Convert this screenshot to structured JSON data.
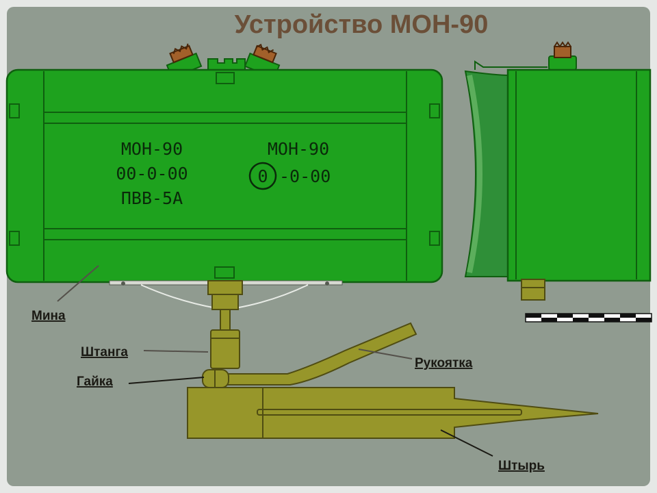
{
  "title": "Устройство МОН-90",
  "marking_left": [
    "МОН-90",
    "00-0-00",
    "ПВВ-5А"
  ],
  "marking_right": {
    "line1": "МОН-90",
    "circle_digit": "0",
    "line2_suffix": "-0-00"
  },
  "callouts": {
    "mina": "Мина",
    "shtanga": "Штанга",
    "gaika": "Гайка",
    "rukoyatka": "Рукоятка",
    "shtyr": "Штырь"
  },
  "colors": {
    "background": "#909b90",
    "frame": "#e6e8e6",
    "mine_body": "#1ea21e",
    "mine_dark": "#0f5f0f",
    "olive": "#97962a",
    "olive_dark": "#4f4c12",
    "title": "#6b4f38",
    "callout": "#1b1a14",
    "fuze_copper": "#a2602a"
  }
}
